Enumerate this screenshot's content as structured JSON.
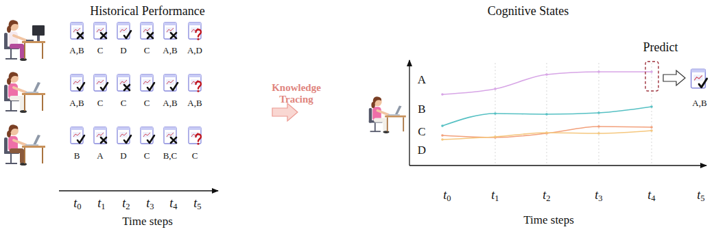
{
  "diagram": {
    "labels": [
      "Historical Performance",
      "A,B",
      "C",
      "D",
      "C",
      "A,B",
      "A,D",
      "A,B",
      "C",
      "C",
      "C",
      "A,B",
      "A,B",
      "B",
      "A",
      "D",
      "C",
      "B,C",
      "C",
      "t0",
      "t1",
      "t2",
      "t3",
      "t4",
      "t5",
      "Time steps",
      "Knowledge Tracing",
      "Cognitive States",
      "Predict",
      "A",
      "B",
      "C",
      "D",
      "A,B",
      "t0",
      "t1",
      "t2",
      "t3",
      "t4",
      "t5",
      "Time steps"
    ]
  }
}
